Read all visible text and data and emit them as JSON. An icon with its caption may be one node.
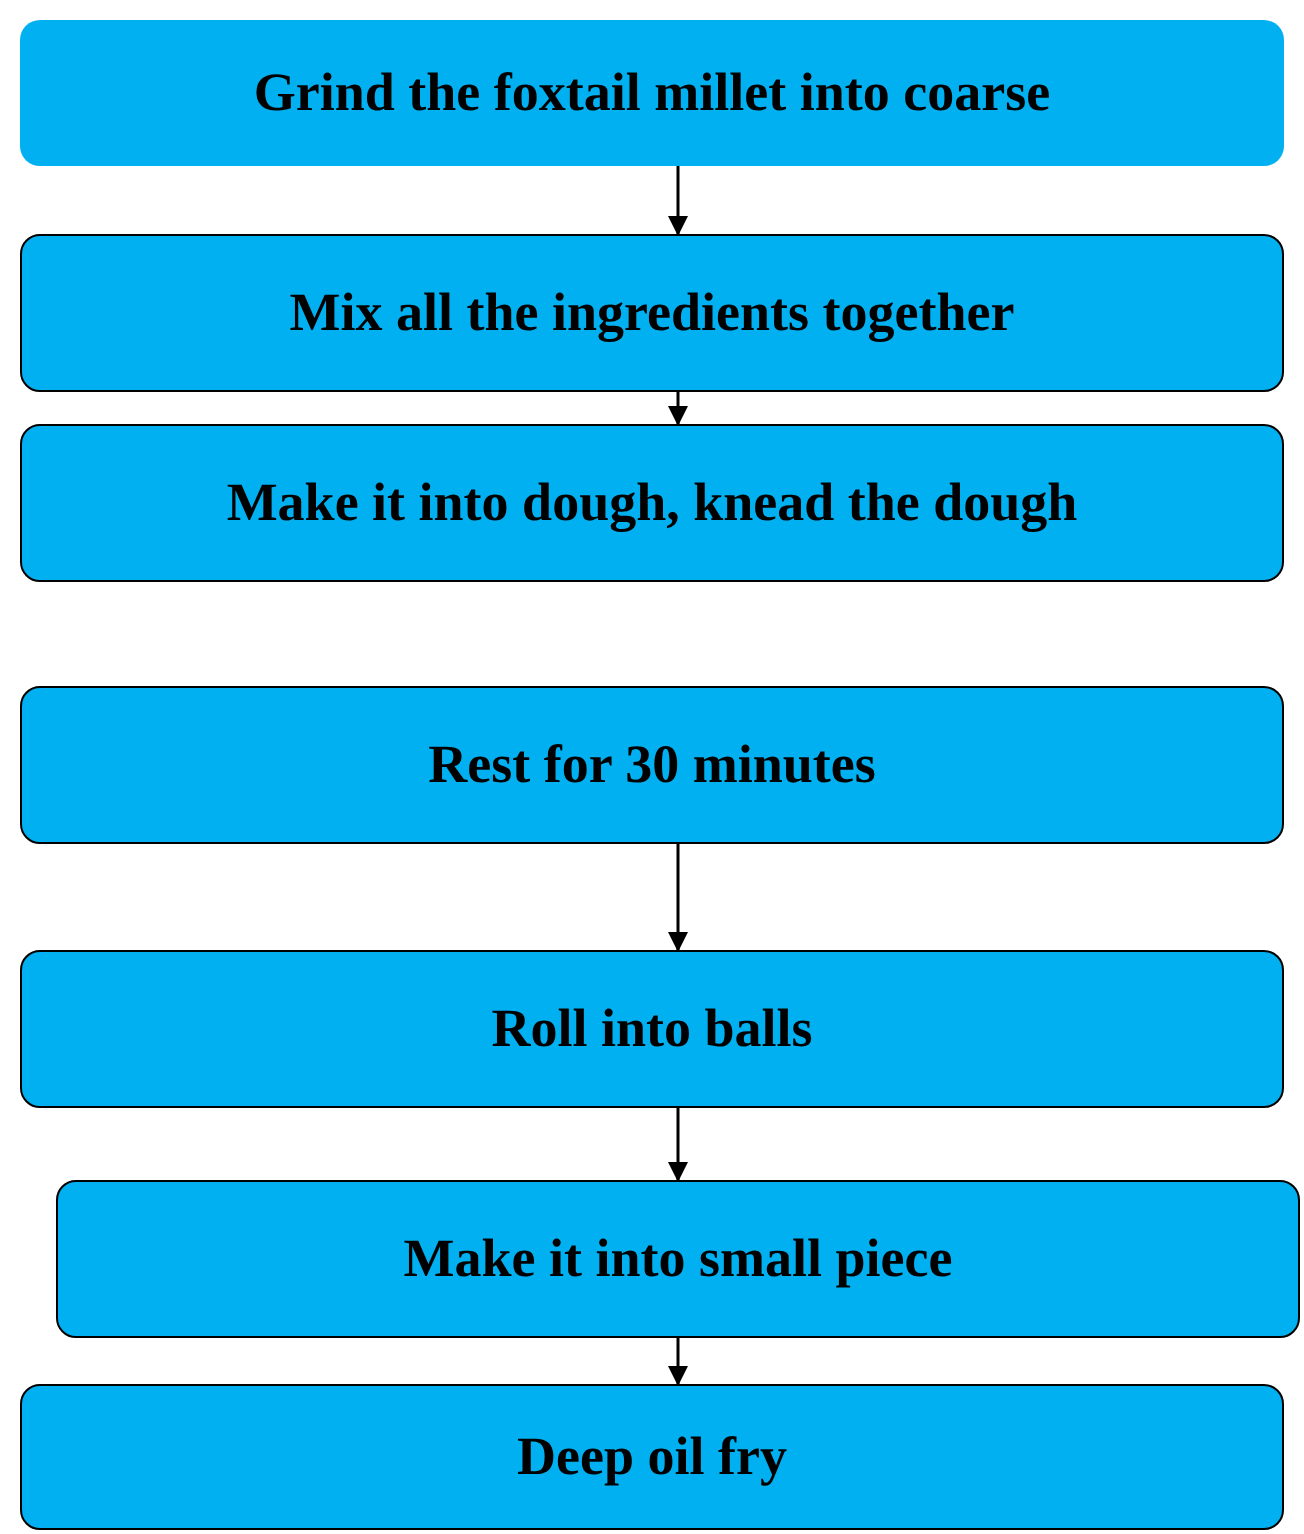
{
  "diagram": {
    "nodes": [
      {
        "text": [
          "Grind the foxtail millet into coarse"
        ]
      },
      {
        "text": [
          "Mix all the ingredients together"
        ]
      },
      {
        "text": [
          "Make it into dough, knead the dough"
        ]
      },
      {
        "text": [
          "Rest for 30 minutes"
        ]
      },
      {
        "text": [
          "Roll into balls"
        ]
      },
      {
        "text": [
          "Make it into small piece"
        ]
      },
      {
        "text": [
          "Deep oil fry"
        ]
      }
    ],
    "edges": [
      {
        "from": 0,
        "to": 1,
        "arrow": "to"
      },
      {
        "from": 1,
        "to": 2,
        "arrow": "to"
      },
      {
        "from": 3,
        "to": 4,
        "arrow": "to"
      },
      {
        "from": 4,
        "to": 5,
        "arrow": "to"
      },
      {
        "from": 5,
        "to": 6,
        "arrow": "to"
      }
    ]
  }
}
